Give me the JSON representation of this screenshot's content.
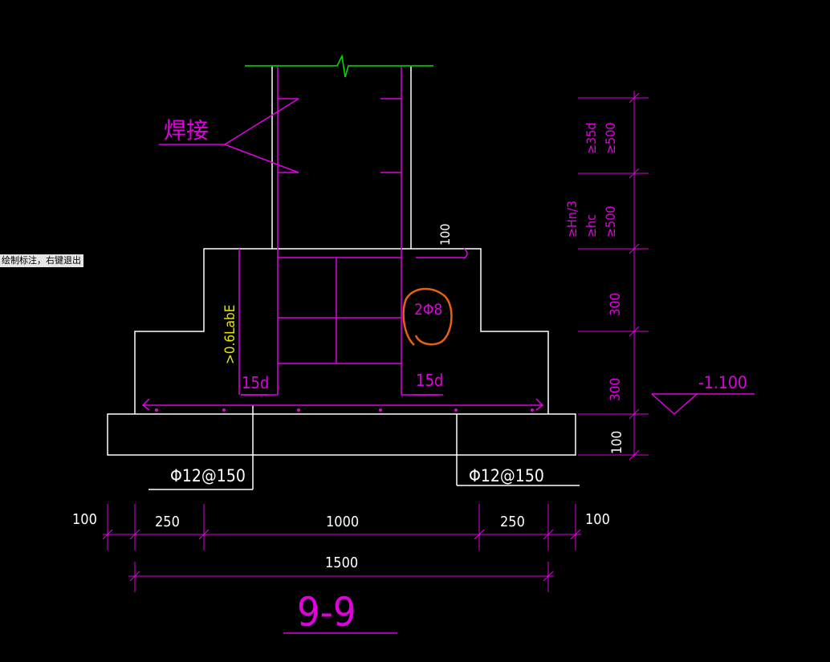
{
  "command_tip": "绘制标注，右键退出",
  "colors": {
    "background": "#000000",
    "outline": "#ffffff",
    "rebar": "#e000e0",
    "break_line": "#00e000",
    "highlight": "#e86010",
    "note": "#e8e800"
  },
  "annotations": {
    "weld": "焊接",
    "anchorage_length": ">0.6LabE",
    "hook_left": "15d",
    "hook_right": "15d",
    "stirrup": "2Φ8",
    "cover_top": "100",
    "bottom_rebar_left": "Φ12@150",
    "bottom_rebar_right": "Φ12@150",
    "elevation": "-1.100"
  },
  "right_dims": {
    "seg1": [
      "≥35d",
      "≥500"
    ],
    "seg2": [
      "≥Hn/3",
      "≥hc",
      "≥500"
    ],
    "seg3": "300",
    "seg4": "300",
    "seg5": "100"
  },
  "bottom_dims": {
    "row1": [
      "100",
      "250",
      "1000",
      "250",
      "100"
    ],
    "total": "1500"
  },
  "section_label": "9-9"
}
